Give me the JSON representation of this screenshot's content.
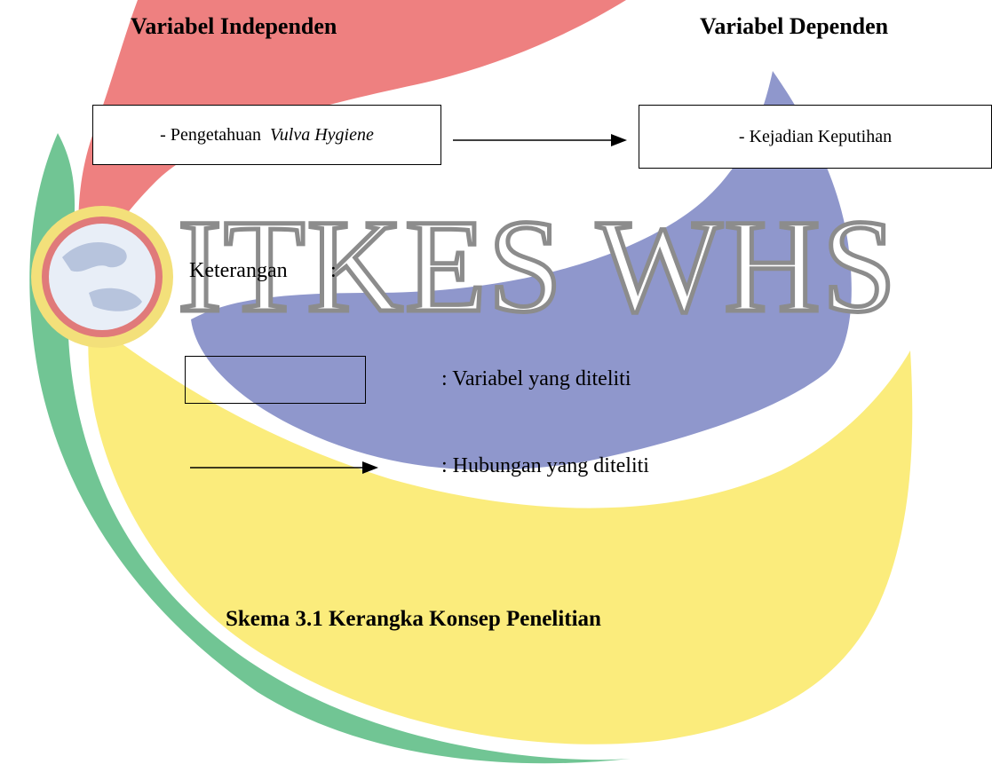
{
  "headings": {
    "independent": "Variabel Independen",
    "dependent": "Variabel Dependen"
  },
  "independent_box": {
    "prefix": "- Pengetahuan",
    "italic_term": "Vulva Hygiene"
  },
  "dependent_box": {
    "text": "- Kejadian Keputihan"
  },
  "legend": {
    "title": "Keterangan",
    "colon": ":",
    "box_meaning": ": Variabel yang diteliti",
    "arrow_meaning": ": Hubungan yang diteliti"
  },
  "caption": "Skema 3.1 Kerangka Konsep Penelitian",
  "watermark": {
    "text": "ITKES WHS",
    "colors": {
      "red": "#ee8080",
      "blue": "#8f97cc",
      "yellow": "#fbec7c",
      "green": "#71c594",
      "ring_yellow": "#f3e07a",
      "ring_red": "#e07a7a",
      "globe": "#e8eef7"
    }
  }
}
